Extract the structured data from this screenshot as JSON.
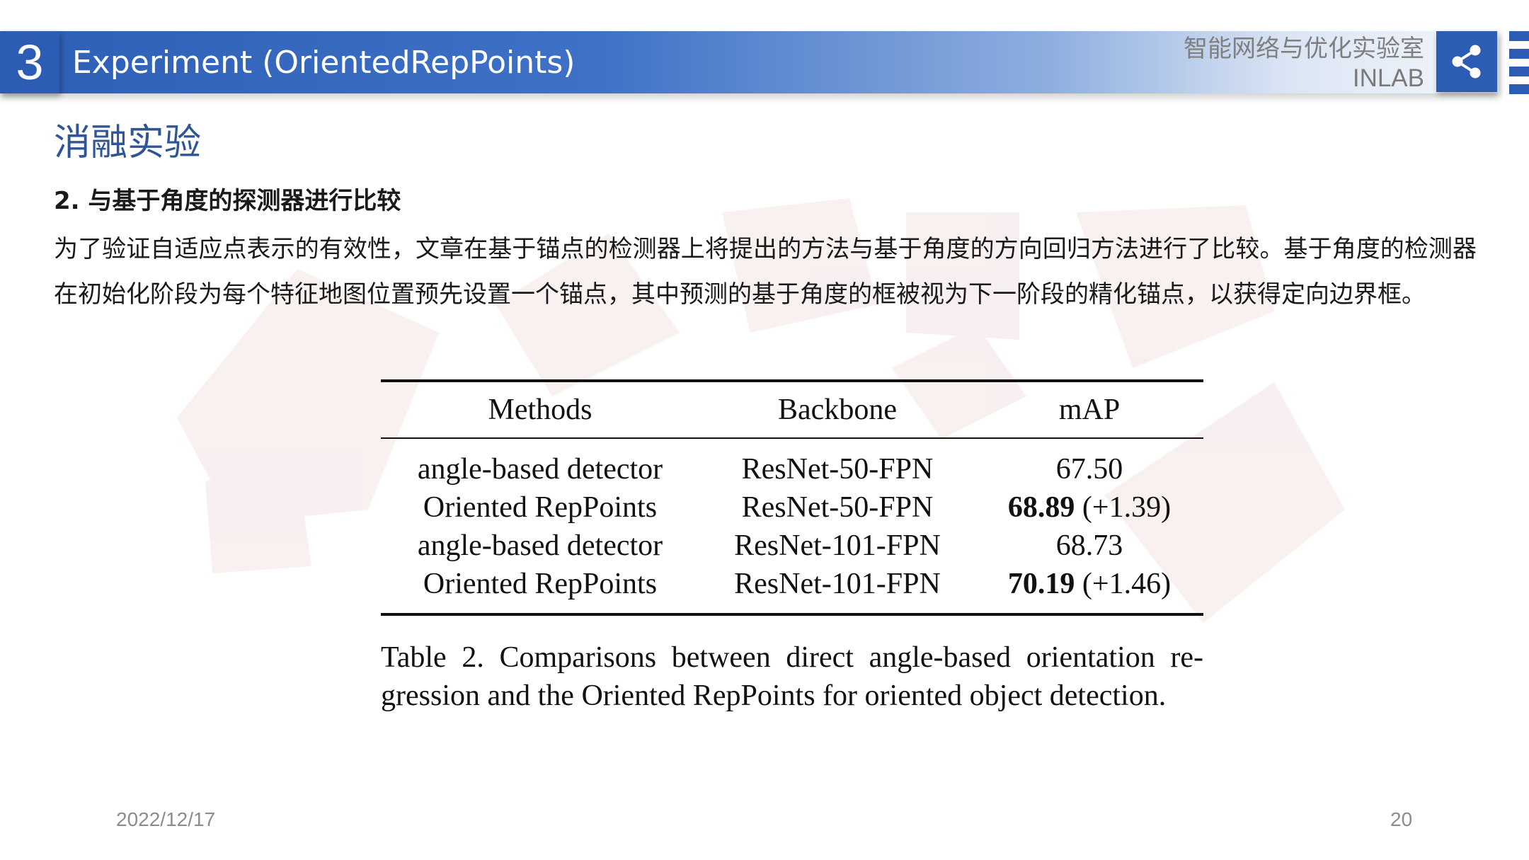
{
  "header": {
    "section_number": "3",
    "title": "Experiment (OrientedRepPoints)",
    "lab_name": "智能网络与优化实验室",
    "lab_abbr": "INLAB"
  },
  "icons": {
    "share": "share-icon"
  },
  "colors": {
    "accent": "#2c5cb3",
    "title_blue": "#2f5597",
    "watermark": "#f3e6e6"
  },
  "content": {
    "title": "消融实验",
    "subheading": "2. 与基于角度的探测器进行比较",
    "paragraph": "为了验证自适应点表示的有效性，文章在基于锚点的检测器上将提出的方法与基于角度的方向回归方法进行了比较。基于角度的检测器在初始化阶段为每个特征地图位置预先设置一个锚点，其中预测的基于角度的框被视为下一阶段的精化锚点，以获得定向边界框。"
  },
  "table": {
    "headers": [
      "Methods",
      "Backbone",
      "mAP"
    ],
    "rows": [
      {
        "method": "angle-based detector",
        "backbone": "ResNet-50-FPN",
        "map": "67.50"
      },
      {
        "method": "Oriented RepPoints",
        "backbone": "ResNet-50-FPN",
        "map_value": "68.89",
        "map_gain": "(+1.39)"
      },
      {
        "method": "angle-based detector",
        "backbone": "ResNet-101-FPN",
        "map": "68.73"
      },
      {
        "method": "Oriented RepPoints",
        "backbone": "ResNet-101-FPN",
        "map_value": "70.19",
        "map_gain": "(+1.46)"
      }
    ],
    "caption": "Table 2.  Comparisons between direct angle-based orientation re-gression and the Oriented RepPoints for oriented object detection."
  },
  "footer": {
    "date": "2022/12/17",
    "page": "20"
  }
}
